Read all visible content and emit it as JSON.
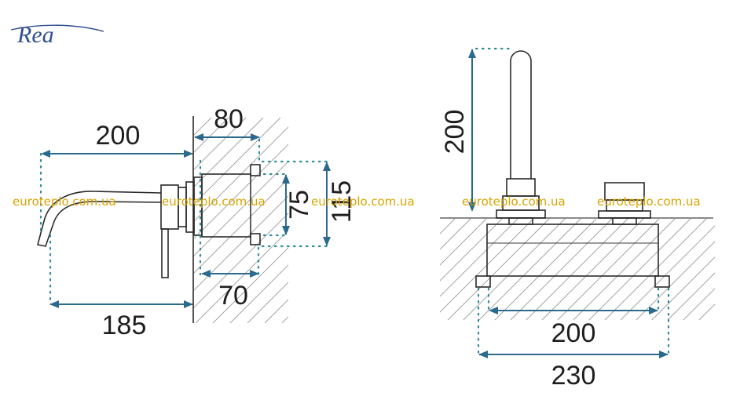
{
  "brand": {
    "logo_text": "Rea",
    "accent_color": "#2f4f8f"
  },
  "watermark": {
    "text": "euroteplo.com.ua",
    "color": "#d9a400"
  },
  "side_view": {
    "spout_length": "200",
    "projection": "185",
    "wall_depth": "80",
    "body_depth": "70",
    "height_inner": "75",
    "height_outer": "115"
  },
  "front_view": {
    "lever_height": "200",
    "inner_width": "200",
    "outer_width": "230"
  },
  "colors": {
    "dimension_arrow": "#2b6a8c",
    "guide_dots": "#2e8a9a",
    "outline": "#2a2a2a",
    "hatch": "#9a9a9a"
  }
}
